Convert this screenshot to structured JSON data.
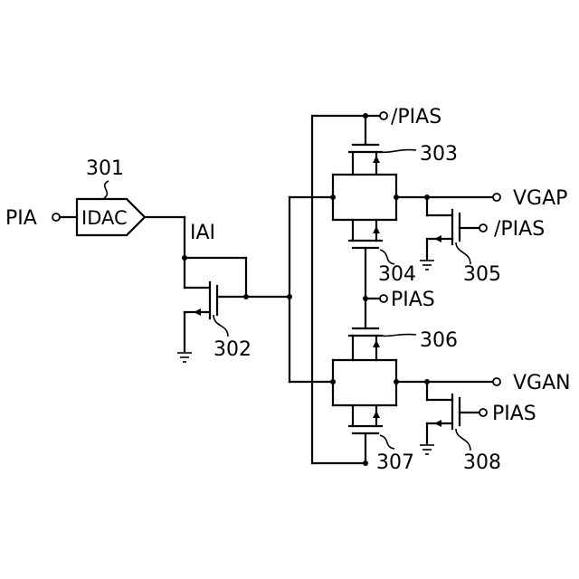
{
  "ref_301": "301",
  "idac_label": "IDAC",
  "input_label": "PIA",
  "node_label": "IAI",
  "ref_302": "302",
  "ref_303": "303",
  "ref_304": "304",
  "ref_305": "305",
  "ref_306": "306",
  "ref_307": "307",
  "ref_308": "308",
  "top_bias_label": "/PIAS",
  "mid_bias_label": "PIAS",
  "vgap_label": "VGAP",
  "vgan_label": "VGAN",
  "bias_305_label": "/PIAS",
  "bias_308_label": "PIAS"
}
